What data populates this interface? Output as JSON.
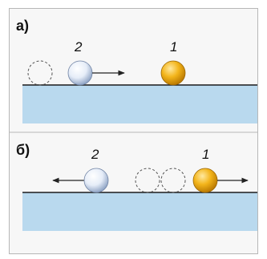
{
  "panels": [
    {
      "label": "а)",
      "balls": [
        {
          "number": "2",
          "color": "white"
        },
        {
          "number": "1",
          "color": "gold"
        }
      ]
    },
    {
      "label": "б)",
      "balls": [
        {
          "number": "2",
          "color": "white"
        },
        {
          "number": "1",
          "color": "gold"
        }
      ]
    }
  ],
  "colors": {
    "surface": "#b9d9ee",
    "ball_white": "#eef3fb",
    "ball_gold": "#f0b31a",
    "frame_border": "#b7b7b7"
  }
}
